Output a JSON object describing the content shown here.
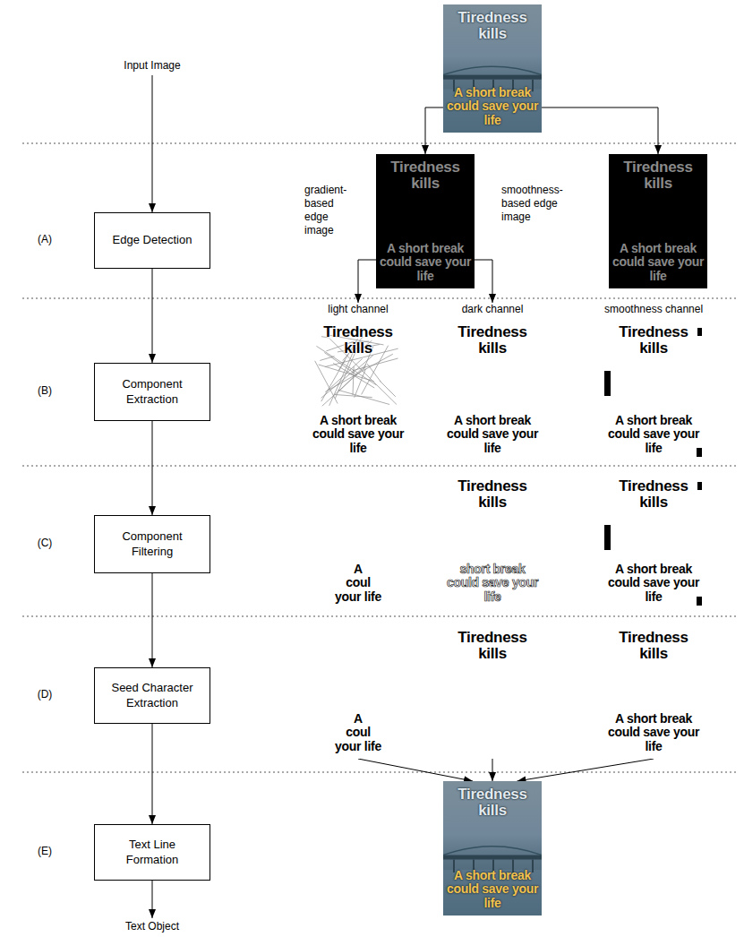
{
  "diagram": {
    "nodes": [
      {
        "text": [
          "Tiredness kills",
          "A short break could save your life"
        ]
      },
      {
        "text": [
          "Edge Detection"
        ]
      },
      {
        "text": [
          "Tiredness kills",
          "A short break could save your life"
        ]
      },
      {
        "text": [
          "Tiredness kills",
          "A short break could save your life"
        ]
      },
      {
        "text": [
          "Component Extraction"
        ]
      },
      {
        "text": [
          "light channel",
          "Tiredness kills",
          "A short break could save your life"
        ]
      },
      {
        "text": [
          "dark channel",
          "Tiredness kills",
          "A short break could save your life"
        ]
      },
      {
        "text": [
          "smoothness channel",
          "Tiredness kills",
          "A short break could save your life"
        ]
      },
      {
        "text": [
          "Component Filtering"
        ]
      },
      {
        "text": [
          "A",
          "coul",
          "your life"
        ]
      },
      {
        "text": [
          "Tiredness kills",
          "short break could save your life"
        ]
      },
      {
        "text": [
          "Tiredness kills",
          "A short break could save your life"
        ]
      },
      {
        "text": [
          "Seed Character Extraction"
        ]
      },
      {
        "text": [
          "A",
          "coul",
          "your life"
        ]
      },
      {
        "text": [
          "Tiredness kills"
        ]
      },
      {
        "text": [
          "Tiredness kills",
          "A short break could save your life"
        ]
      },
      {
        "text": [
          "Text Line Formation"
        ]
      },
      {
        "text": [
          "Tiredness kills",
          "A short break could save your life"
        ]
      }
    ],
    "edges": [
      {
        "from": 1,
        "to": 4,
        "arrow": "to"
      },
      {
        "from": 4,
        "to": 8,
        "arrow": "to"
      },
      {
        "from": 8,
        "to": 12,
        "arrow": "to"
      },
      {
        "from": 12,
        "to": 16,
        "arrow": "to"
      },
      {
        "from": 0,
        "to": 2,
        "arrow": "to"
      },
      {
        "from": 0,
        "to": 3,
        "arrow": "to"
      },
      {
        "from": 2,
        "to": 5,
        "arrow": "to"
      },
      {
        "from": 2,
        "to": 6,
        "arrow": "to"
      },
      {
        "from": 13,
        "to": 17,
        "arrow": "to"
      },
      {
        "from": 14,
        "to": 17,
        "arrow": "to"
      },
      {
        "from": 15,
        "to": 17,
        "arrow": "to"
      }
    ],
    "labels": [
      "Input Image",
      "(A)",
      "(B)",
      "(C)",
      "(D)",
      "(E)",
      "gradient-based edge image",
      "smoothness-based edge image",
      "Text Object"
    ]
  }
}
